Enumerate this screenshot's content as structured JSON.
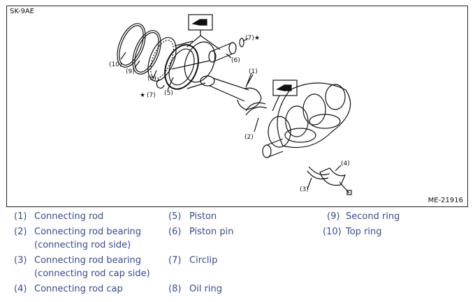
{
  "figure": {
    "id": "SK-9AE",
    "ref": "ME-21916",
    "callouts": [
      "(1)",
      "(2)",
      "(3)",
      "(4)",
      "(5)",
      "(6)",
      "(7)",
      "(7)",
      "(8)",
      "(9)",
      "(10)"
    ],
    "star": "★"
  },
  "legend": [
    {
      "num": "(1)",
      "lines": [
        "Connecting rod"
      ]
    },
    {
      "num": "(2)",
      "lines": [
        "Connecting rod bearing",
        "(connecting rod side)"
      ]
    },
    {
      "num": "(3)",
      "lines": [
        "Connecting rod bearing",
        "(connecting rod cap side)"
      ]
    },
    {
      "num": "(4)",
      "lines": [
        "Connecting rod cap"
      ]
    },
    {
      "num": "(5)",
      "lines": [
        "Piston"
      ]
    },
    {
      "num": "(6)",
      "lines": [
        "Piston pin"
      ]
    },
    {
      "num": "(7)",
      "lines": [
        "Circlip"
      ]
    },
    {
      "num": "(8)",
      "lines": [
        "Oil ring"
      ]
    },
    {
      "num": "(9)",
      "lines": [
        "Second ring"
      ]
    },
    {
      "num": "(10)",
      "lines": [
        "Top ring"
      ]
    }
  ],
  "colors": {
    "legend_text": "#3b4a8a",
    "line": "#111111"
  }
}
